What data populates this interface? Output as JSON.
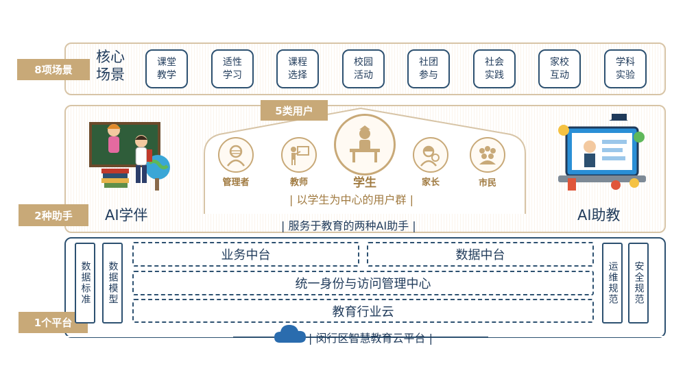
{
  "labels": {
    "scenes": "8项场景",
    "assistants": "2种助手",
    "platform": "1个平台"
  },
  "core": {
    "line1": "核心",
    "line2": "场景"
  },
  "scenes": [
    {
      "l1": "课堂",
      "l2": "教学"
    },
    {
      "l1": "适性",
      "l2": "学习"
    },
    {
      "l1": "课程",
      "l2": "选择"
    },
    {
      "l1": "校园",
      "l2": "活动"
    },
    {
      "l1": "社团",
      "l2": "参与"
    },
    {
      "l1": "社会",
      "l2": "实践"
    },
    {
      "l1": "家校",
      "l2": "互动"
    },
    {
      "l1": "学科",
      "l2": "实验"
    }
  ],
  "assistants": {
    "left": "AI学伴",
    "right": "AI助教",
    "caption": "| 服务于教育的两种AI助手 |"
  },
  "users": {
    "tag": "5类用户",
    "items": [
      {
        "label": "管理者",
        "icon": "manager-icon"
      },
      {
        "label": "教师",
        "icon": "teacher-icon"
      },
      {
        "label": "学生",
        "icon": "student-icon"
      },
      {
        "label": "家长",
        "icon": "parent-icon"
      },
      {
        "label": "市民",
        "icon": "citizen-icon"
      }
    ],
    "caption": "| 以学生为中心的用户群 |"
  },
  "platform": {
    "left_boxes": [
      "数据标准",
      "数据模型"
    ],
    "right_boxes": [
      "运维规范",
      "安全规范"
    ],
    "business": "业务中台",
    "data": "数据中台",
    "identity": "统一身份与访问管理中心",
    "cloud": "教育行业云",
    "name": "| 闵行区智慧教育云平台 |",
    "cloud_icon": "cloud-icon"
  },
  "colors": {
    "gold": "#c8a978",
    "navy": "#2c5070",
    "tan_border": "#d7c4a6"
  }
}
